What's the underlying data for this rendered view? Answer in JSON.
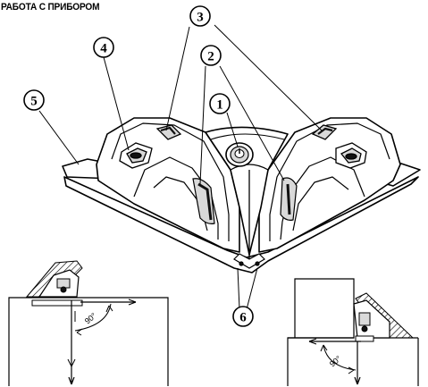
{
  "title": "РАБОТА С ПРИБОРОМ",
  "callouts": [
    {
      "id": "callout-1",
      "label": "1"
    },
    {
      "id": "callout-2",
      "label": "2"
    },
    {
      "id": "callout-3",
      "label": "3"
    },
    {
      "id": "callout-4",
      "label": "4"
    },
    {
      "id": "callout-5",
      "label": "5"
    },
    {
      "id": "callout-6",
      "label": "6"
    }
  ],
  "left_inset": {
    "angle_label": "90°"
  },
  "right_inset": {
    "angle_label": "90°"
  },
  "colors": {
    "line": "#000000",
    "body_gray": "#d9d9d9",
    "lens_black": "#111111"
  }
}
